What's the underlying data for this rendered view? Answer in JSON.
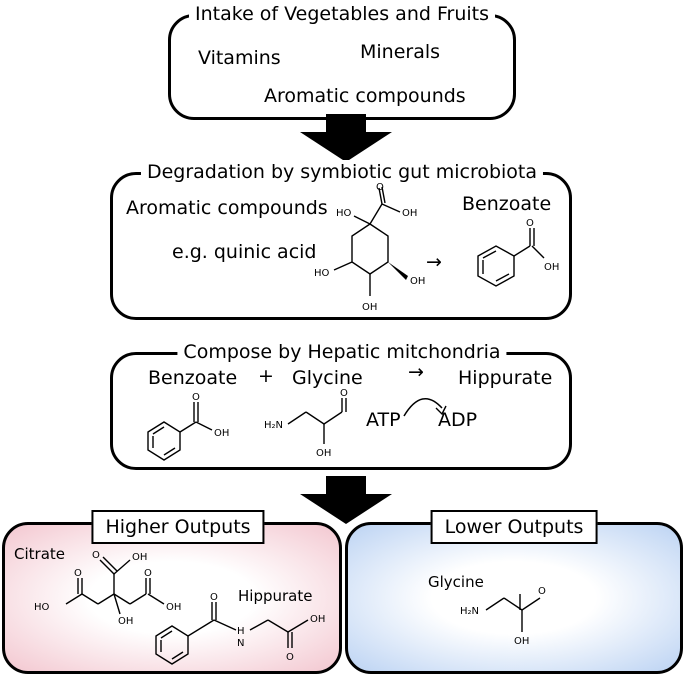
{
  "box1": {
    "title": "Intake of Vegetables and Fruits",
    "items": [
      "Vitamins",
      "Minerals",
      "Aromatic compounds"
    ]
  },
  "box2": {
    "title": "Degradation by symbiotic gut microbiota",
    "aromatic": "Aromatic compounds",
    "example": "e.g. quinic acid",
    "arrow": "→",
    "product": "Benzoate"
  },
  "box3": {
    "title": "Compose by Hepatic mitchondria",
    "benzoate": "Benzoate",
    "plus": "+",
    "glycine": "Glycine",
    "arrow": "→",
    "hippurate": "Hippurate",
    "atp": "ATP",
    "adp": "ADP"
  },
  "outputs": {
    "higher": {
      "label": "Higher Outputs",
      "citrate": "Citrate",
      "hippurate": "Hippurate"
    },
    "lower": {
      "label": "Lower Outputs",
      "glycine": "Glycine"
    }
  },
  "atoms": {
    "ho": "HO",
    "oh": "OH",
    "o": "O",
    "h2n": "H₂N",
    "nh": "H",
    "n": "N"
  },
  "colors": {
    "higher_tint": "#f3c7d0",
    "lower_tint": "#bcd3f3",
    "arrow": "#000000"
  }
}
